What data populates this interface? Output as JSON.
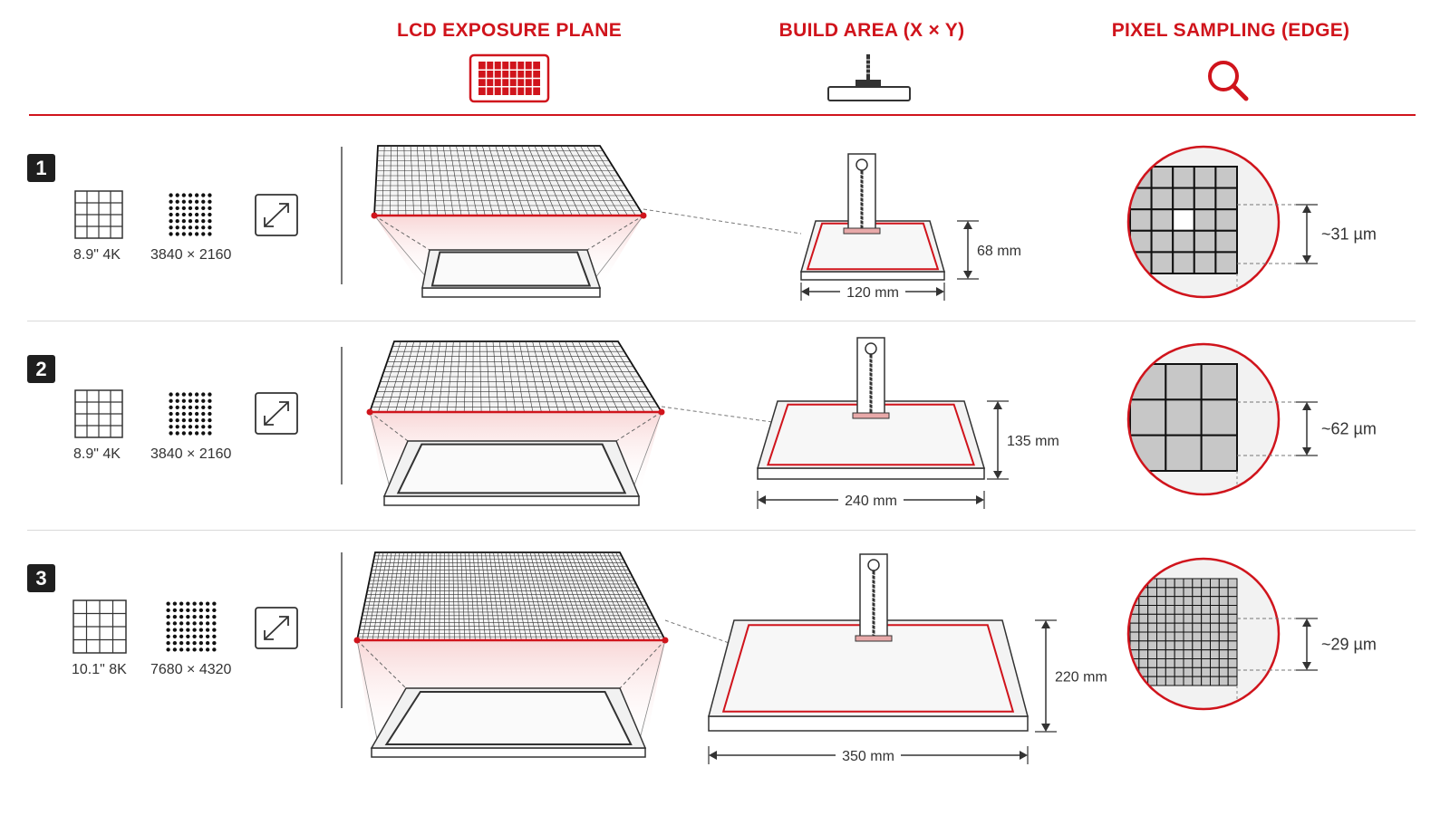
{
  "header": {
    "col_lcd": "LCD EXPOSURE PLANE",
    "col_build": "BUILD AREA (X × Y)",
    "col_pixel": "PIXEL SAMPLING (EDGE)"
  },
  "icons": {
    "lcd": "lcd-grid-icon",
    "build": "build-plate-icon",
    "pixel": "magnifier-icon",
    "resize": "expand-arrows-icon",
    "grid": "grid-icon",
    "dots": "dot-matrix-icon"
  },
  "colors": {
    "accent": "#d0141c",
    "line": "#333333",
    "divider": "#d9d9d9"
  },
  "rows": [
    {
      "number": "1",
      "size_label": "8.9\"  4K",
      "resolution_label": "3840 × 2160",
      "width_label": "120 mm",
      "height_label": "68 mm",
      "pixel_label": "~31 µm",
      "grid_divisions": 34,
      "magnified_cells": 5
    },
    {
      "number": "2",
      "size_label": "8.9\"  4K",
      "resolution_label": "3840 × 2160",
      "width_label": "240 mm",
      "height_label": "135 mm",
      "pixel_label": "~62 µm",
      "grid_divisions": 34,
      "magnified_cells": 3
    },
    {
      "number": "3",
      "size_label": "10.1\"  8K",
      "resolution_label": "7680 × 4320",
      "width_label": "350 mm",
      "height_label": "220 mm",
      "pixel_label": "~29 µm",
      "grid_divisions": 60,
      "magnified_cells": 12
    }
  ]
}
